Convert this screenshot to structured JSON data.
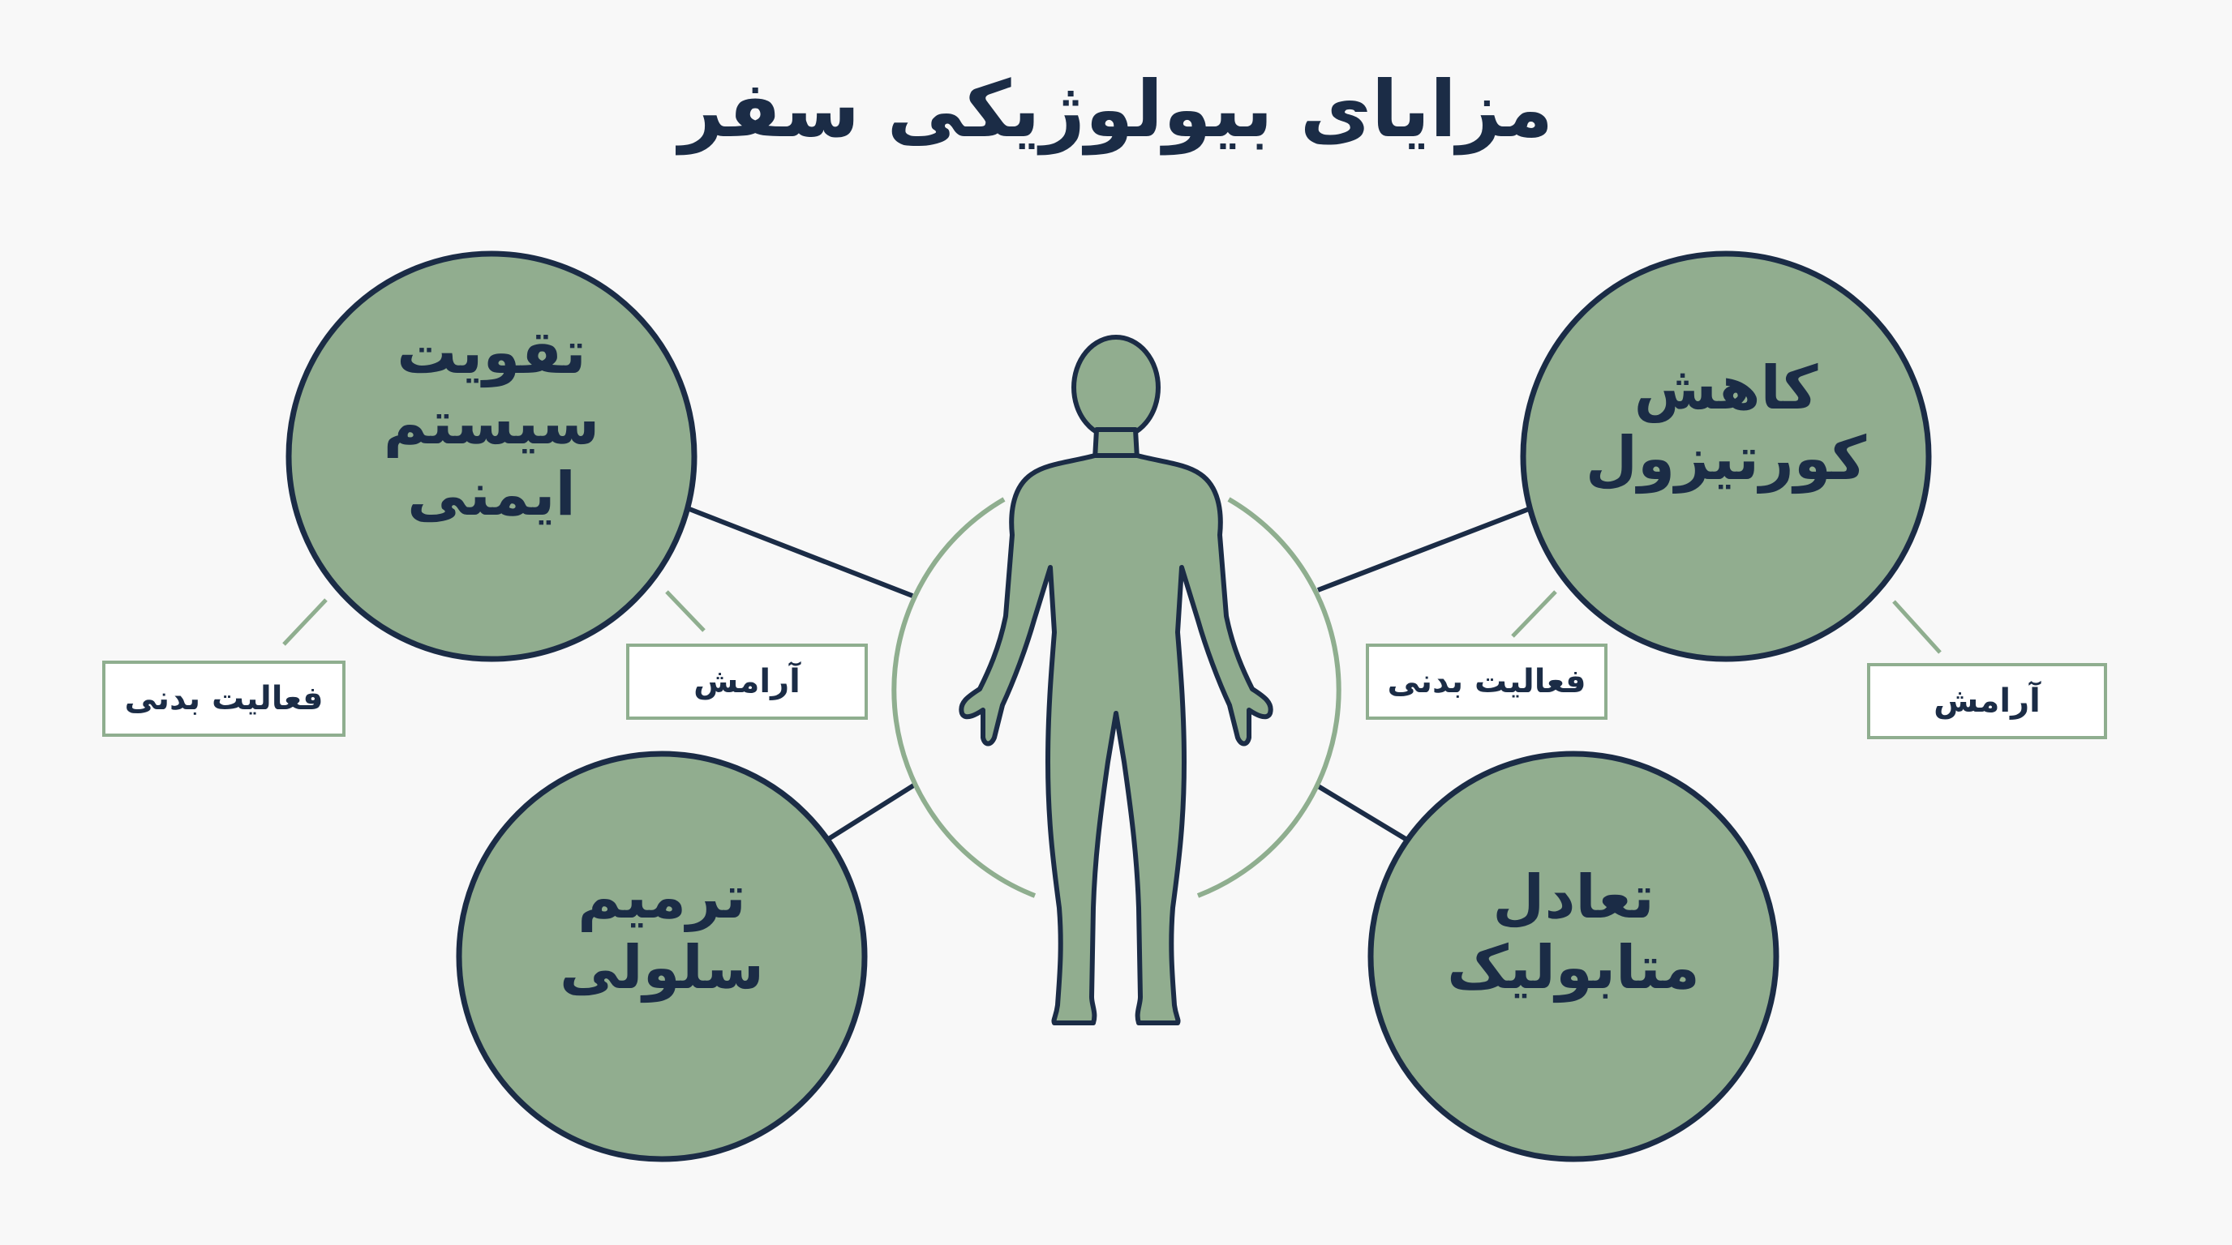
{
  "title": "مزایای بیولوژیکی سفر",
  "colors": {
    "circle_fill": "#91ad8f",
    "circle_stroke": "#1b2c46",
    "arc": "#8fae8f",
    "body_fill": "#91ad8f",
    "tag_border": "#8fae8f",
    "text": "#1b2c46"
  },
  "center": {
    "icon": "human-body-icon"
  },
  "nodes": {
    "immune": {
      "label": "تقویت\nسیستم\nایمنی"
    },
    "cortisol": {
      "label": "کاهش\nکورتیزول"
    },
    "cell": {
      "label": "ترمیم\nسلولی"
    },
    "metabolic": {
      "label": "تعادل\nمتابولیک"
    }
  },
  "tags": {
    "immune_activity": "فعالیت بدنی",
    "immune_relax": "آرامش",
    "cortisol_activity": "فعالیت بدنی",
    "cortisol_relax": "آرامش"
  }
}
